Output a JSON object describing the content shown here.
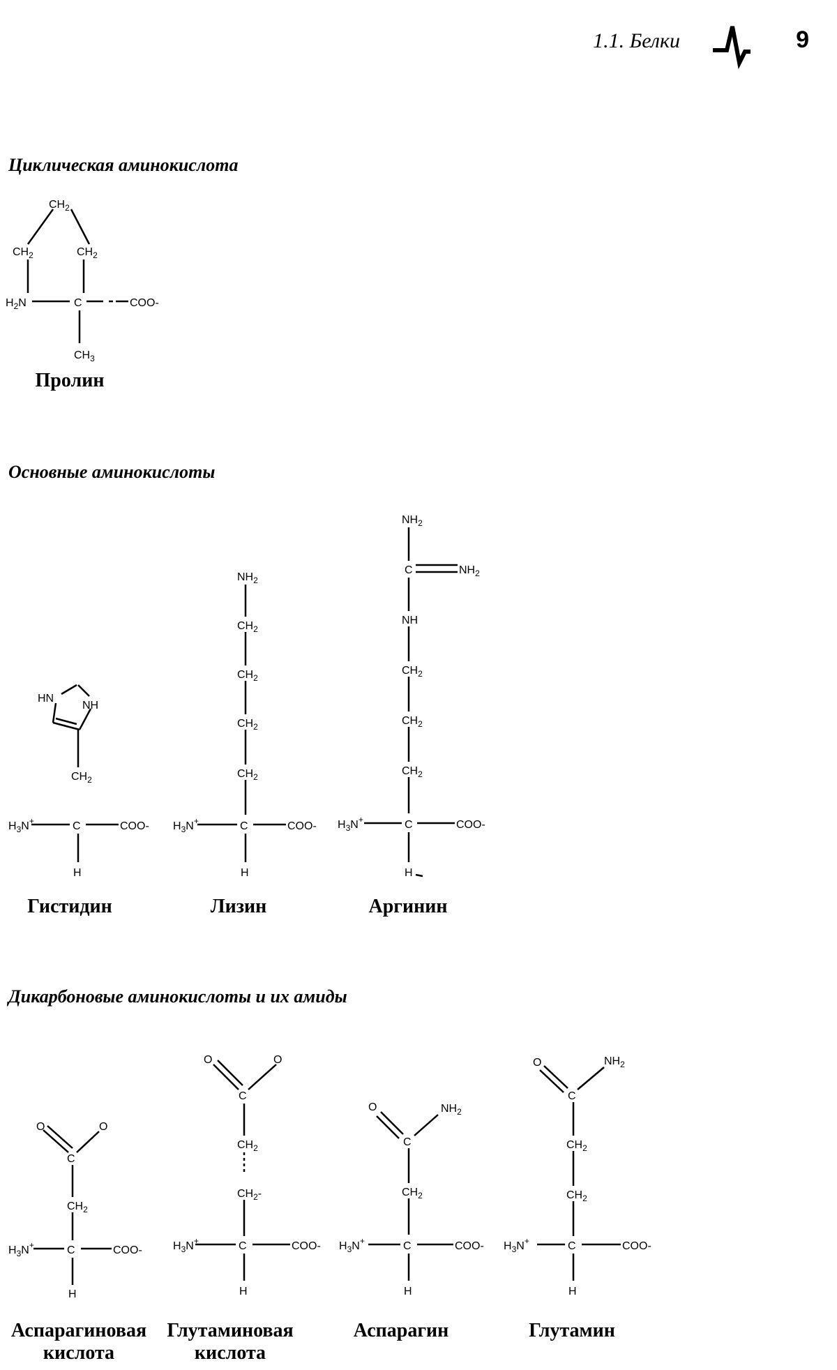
{
  "header": {
    "section_title": "1.1. Белки",
    "page_number": "9"
  },
  "sections": {
    "cyclic": "Циклическая аминокислота",
    "basic": "Основные аминокислоты",
    "dicarboxylic": "Дикарбоновые аминокислоты и их амиды"
  },
  "molecules": {
    "proline": "Пролин",
    "histidine": "Гистидин",
    "lysine": "Лизин",
    "arginine": "Аргинин",
    "aspartic_1": "Аспарагиновая",
    "aspartic_2": "кислота",
    "glutamic_1": "Глутаминовая",
    "glutamic_2": "кислота",
    "asparagine": "Аспарагин",
    "glutamine": "Глутамин"
  }
}
